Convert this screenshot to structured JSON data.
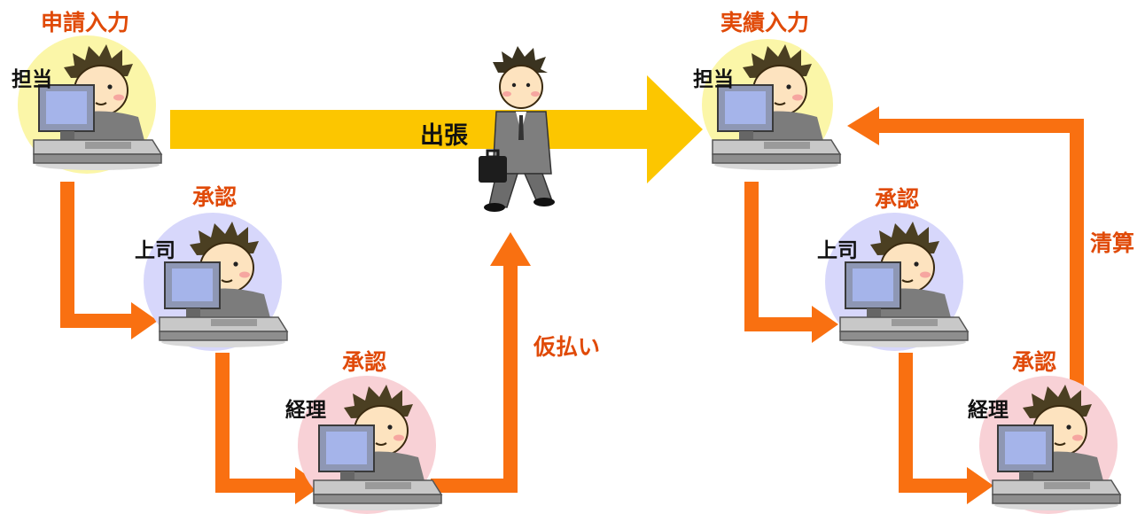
{
  "colors": {
    "flow_arrow": "#f97011",
    "trip_arrow": "#fcc600",
    "halo_staff": "#fbf6a8",
    "halo_boss": "#d7d7fb",
    "halo_accounting": "#f8d1d6",
    "step_text": "#e04a08"
  },
  "left": {
    "title": "申請入力",
    "staff": "担当",
    "approve_boss": "承認",
    "boss": "上司",
    "approve_acc": "承認",
    "accounting": "経理"
  },
  "center": {
    "trip": "出張",
    "advance": "仮払い"
  },
  "right": {
    "title": "実績入力",
    "staff": "担当",
    "approve_boss": "承認",
    "boss": "上司",
    "approve_acc": "承認",
    "accounting": "経理",
    "settlement": "清算"
  },
  "icons": {
    "person_at_pc": "person-at-computer-icon",
    "business_traveler": "businessman-with-briefcase-icon"
  }
}
